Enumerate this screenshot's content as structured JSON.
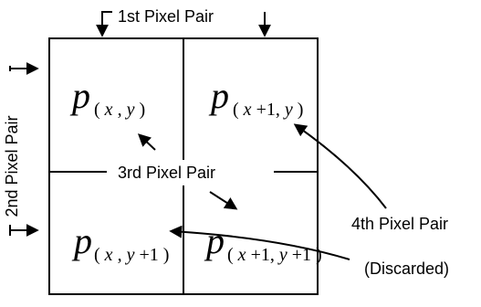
{
  "labels": {
    "pair1": "1st Pixel Pair",
    "pair2": "2nd Pixel Pair",
    "pair3": "3rd Pixel Pair",
    "pair4": "4th Pixel Pair",
    "pair4_note": "(Discarded)"
  },
  "cells": {
    "top_left": {
      "base": "p",
      "sub_open": "(",
      "sub_mid1": "x",
      "sub_sep1": ", ",
      "sub_mid2": "y",
      "sub_close": ")"
    },
    "top_right": {
      "base": "p",
      "sub_open": "(",
      "sub_mid1": "x",
      "sub_sep1": "+1, ",
      "sub_mid2": "y",
      "sub_close": ")"
    },
    "bottom_left": {
      "base": "p",
      "sub_open": "(",
      "sub_mid1": "x",
      "sub_sep1": ", ",
      "sub_mid2": "y",
      "sub_sep2": "+1",
      "sub_close": ")"
    },
    "bottom_right": {
      "base": "p",
      "sub_open": "(",
      "sub_mid1": "x",
      "sub_sep1": "+1, ",
      "sub_mid2": "y",
      "sub_sep2": "+1",
      "sub_close": ")"
    }
  }
}
